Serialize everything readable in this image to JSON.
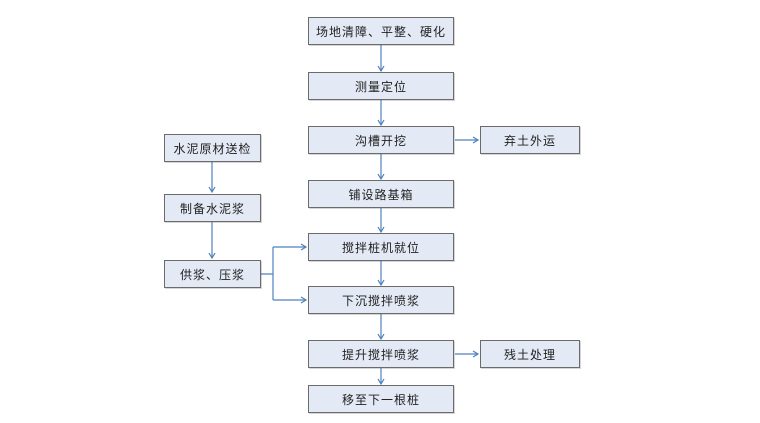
{
  "diagram": {
    "type": "flowchart",
    "language": "zh-CN",
    "nodes": {
      "main": [
        {
          "id": "site-clearing",
          "label": "场地清障、平整、硬化"
        },
        {
          "id": "survey-positioning",
          "label": "测量定位"
        },
        {
          "id": "trench-excavation",
          "label": "沟槽开挖"
        },
        {
          "id": "roadbed-boxes",
          "label": "铺设路基箱"
        },
        {
          "id": "pile-rig-in-place",
          "label": "搅拌桩机就位"
        },
        {
          "id": "sink-mix-grout",
          "label": "下沉搅拌喷浆"
        },
        {
          "id": "lift-mix-grout",
          "label": "提升搅拌喷浆"
        },
        {
          "id": "move-next-pile",
          "label": "移至下一根桩"
        }
      ],
      "left": [
        {
          "id": "cement-inspection",
          "label": "水泥原材送检"
        },
        {
          "id": "prepare-cement-slurry",
          "label": "制备水泥浆"
        },
        {
          "id": "supply-pressure-grout",
          "label": "供浆、压浆"
        }
      ],
      "side": [
        {
          "id": "spoil-removal",
          "label": "弃土外运"
        },
        {
          "id": "residual-soil-disposal",
          "label": "残土处理"
        }
      ]
    },
    "edges": [
      {
        "from": "site-clearing",
        "to": "survey-positioning"
      },
      {
        "from": "survey-positioning",
        "to": "trench-excavation"
      },
      {
        "from": "trench-excavation",
        "to": "spoil-removal"
      },
      {
        "from": "trench-excavation",
        "to": "roadbed-boxes"
      },
      {
        "from": "roadbed-boxes",
        "to": "pile-rig-in-place"
      },
      {
        "from": "pile-rig-in-place",
        "to": "sink-mix-grout"
      },
      {
        "from": "sink-mix-grout",
        "to": "lift-mix-grout"
      },
      {
        "from": "lift-mix-grout",
        "to": "residual-soil-disposal"
      },
      {
        "from": "lift-mix-grout",
        "to": "move-next-pile"
      },
      {
        "from": "cement-inspection",
        "to": "prepare-cement-slurry"
      },
      {
        "from": "prepare-cement-slurry",
        "to": "supply-pressure-grout"
      },
      {
        "from": "supply-pressure-grout",
        "to": "pile-rig-in-place"
      },
      {
        "from": "supply-pressure-grout",
        "to": "sink-mix-grout"
      }
    ],
    "colors": {
      "node_fill": "#e4eaf5",
      "node_border": "#6b6b6b",
      "arrow_line": "#4f81bd",
      "arrow_head": "#86a9db",
      "background": "#ffffff",
      "text": "#1f1f1f"
    }
  }
}
